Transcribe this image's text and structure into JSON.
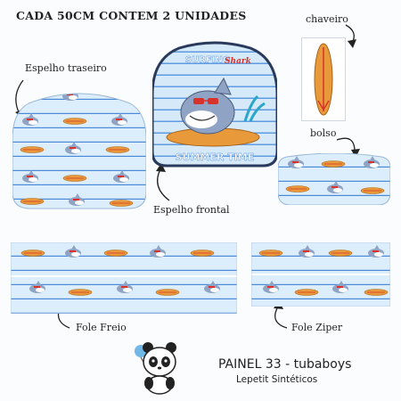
{
  "header": {
    "title": "CADA 50CM CONTEM 2 UNIDADES"
  },
  "pieces": {
    "espelho_traseiro": "Espelho traseiro",
    "espelho_frontal": "Espelho frontal",
    "chaveiro": "chaveiro",
    "bolso": "bolso",
    "fole_freio": "Fole Freio",
    "fole_ziper": "Fole Ziper"
  },
  "artwork": {
    "top_text": "SURFING",
    "board_text": "Shark",
    "bottom_text": "SUMMER TIME"
  },
  "footer": {
    "panel": "PAINEL 33 - tubaboys",
    "brand": "Lepetit Sintéticos"
  },
  "colors": {
    "stripe_light": "#dceefb",
    "stripe_line": "#4a88d8",
    "board_orange": "#e89a3a",
    "shark_blue": "#8fa4c4",
    "accent_red": "#d8322c"
  }
}
